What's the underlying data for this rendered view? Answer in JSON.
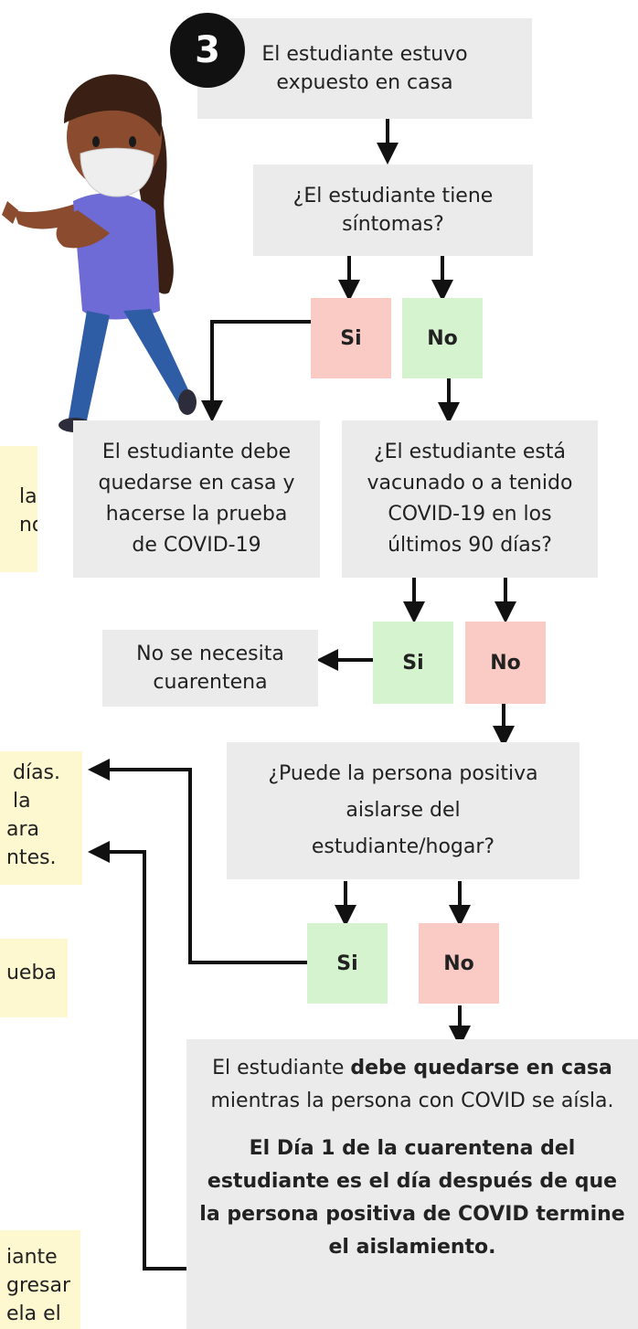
{
  "badge": "3",
  "nodes": {
    "exposed": "El estudiante estuvo\nexpuesto en casa",
    "symptoms_q": "¿El estudiante tiene\nsíntomas?",
    "sym_yes": "Si",
    "sym_no": "No",
    "stay_home_test": "El estudiante debe\nquedarse en casa y\nhacerse la prueba\nde COVID-19",
    "vaccinated_q": "¿El estudiante está\nvacunado o a tenido\nCOVID-19 en los\núltimos 90 días?",
    "vac_yes": "Si",
    "vac_no": "No",
    "no_quarantine": "No se necesita\ncuarentena",
    "isolate_q": "¿Puede la persona positiva\naislarse del\nestudiante/hogar?",
    "iso_yes": "Si",
    "iso_no": "No",
    "final_p1_a": "El estudiante ",
    "final_p1_b": "debe quedarse en casa",
    "final_p1_c": " mientras la persona con COVID se aísla.",
    "final_p2": "El Día 1 de la cuarentena del estudiante es el día después de que la persona positiva de COVID termine el aislamiento."
  },
  "notes": [
    "   la\n   no",
    "  días.\n  la\n ara\n ntes.",
    " ueba",
    " iante\n gresar\n ela el"
  ],
  "colors": {
    "gray_box": "#ebebeb",
    "yes_red": "#f9cbc4",
    "yes_green": "#d6f3cf",
    "note_yellow": "#fdf8cf"
  },
  "illustration": "student-wearing-mask-icon"
}
